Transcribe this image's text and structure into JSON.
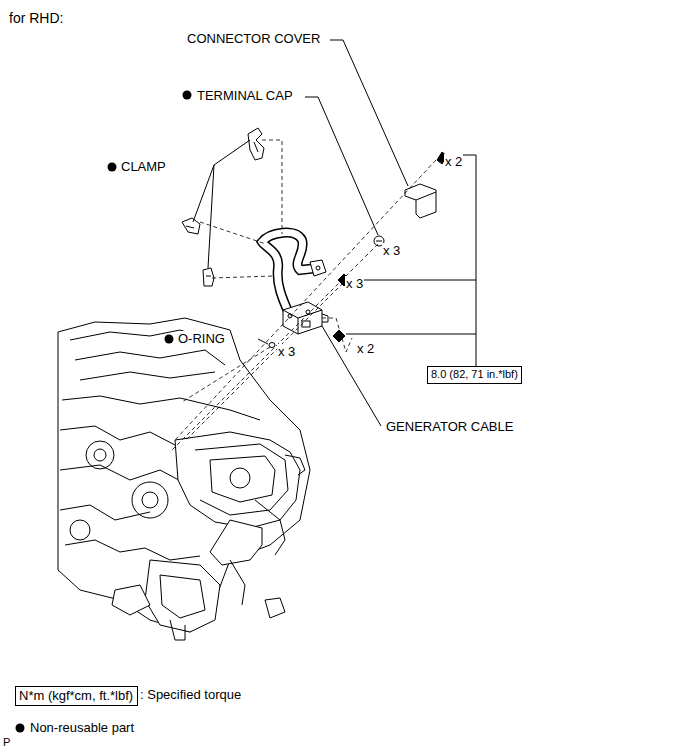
{
  "diagram": {
    "nodes": [
      {
        "text": [
          "8.0 (82, 71 in.*lbf)"
        ]
      },
      {
        "text": [
          "N*m (kgf*cm, ft.*lbf)"
        ]
      }
    ],
    "labels": [
      "for RHD:",
      "CONNECTOR COVER",
      "TERMINAL CAP",
      "CLAMP",
      "O-RING",
      "GENERATOR CABLE",
      "x 2",
      "x 3",
      "x 3",
      "x 3",
      "x 2",
      "P"
    ],
    "legend": [
      {
        "text": ": Specified torque"
      },
      {
        "text": "Non-reusable part"
      }
    ]
  }
}
